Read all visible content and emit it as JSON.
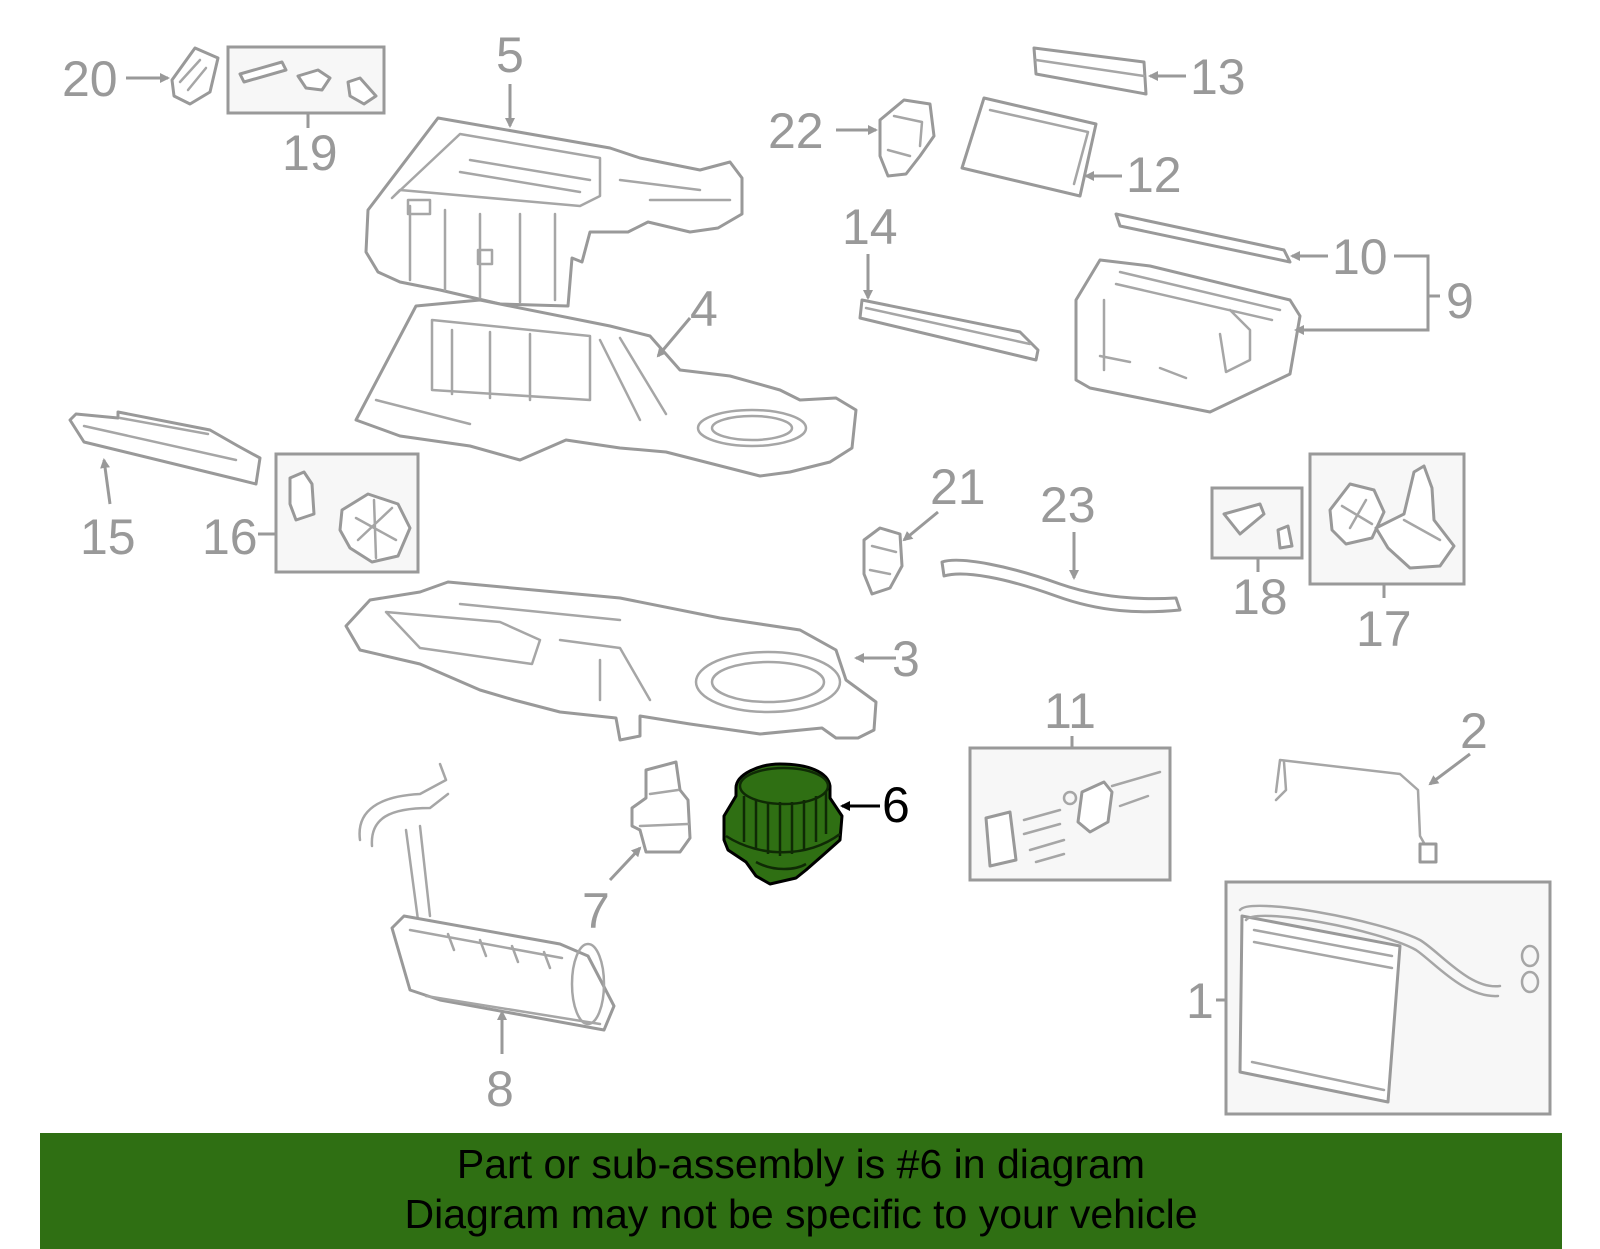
{
  "diagram": {
    "highlight_color": "#2f6f13",
    "line_color": "#999999",
    "callouts": [
      "1",
      "2",
      "3",
      "4",
      "5",
      "6",
      "7",
      "8",
      "9",
      "10",
      "11",
      "12",
      "13",
      "14",
      "15",
      "16",
      "17",
      "18",
      "19",
      "20",
      "21",
      "22",
      "23"
    ],
    "highlighted_callout": "6"
  },
  "banner": {
    "line1": "Part or sub-assembly is #6 in diagram",
    "line2": "Diagram may not be specific to your vehicle",
    "background": "#2f6f13"
  }
}
